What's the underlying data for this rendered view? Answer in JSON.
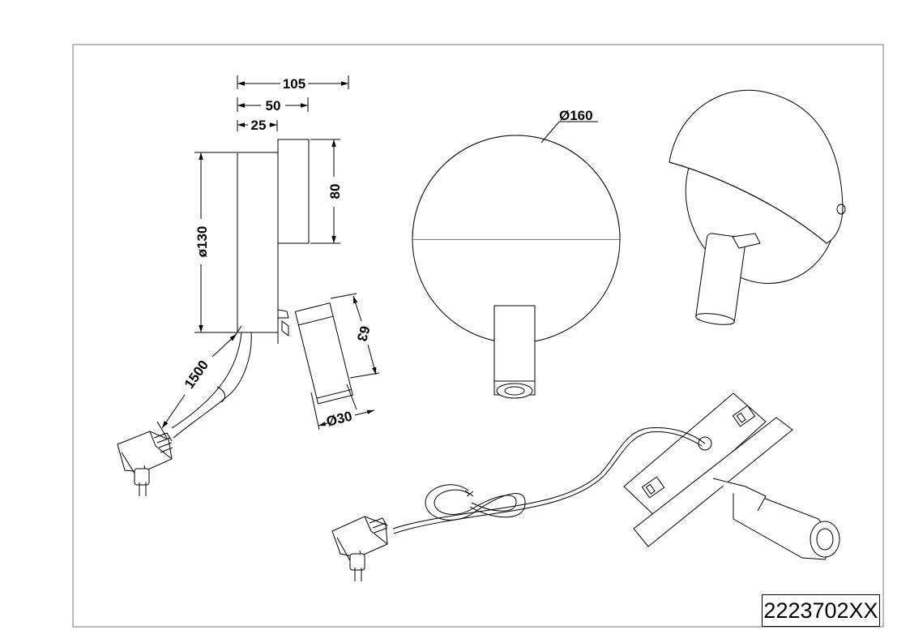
{
  "drawing": {
    "dimensions": {
      "depth_total": "105",
      "depth_mid": "50",
      "depth_small": "25",
      "base_height": "80",
      "plate_diameter": "ø130",
      "head_length": "63",
      "head_diameter": "Ø30",
      "cable_length": "1500",
      "front_diameter": "Ø160"
    },
    "article_number": "2223702XX"
  }
}
